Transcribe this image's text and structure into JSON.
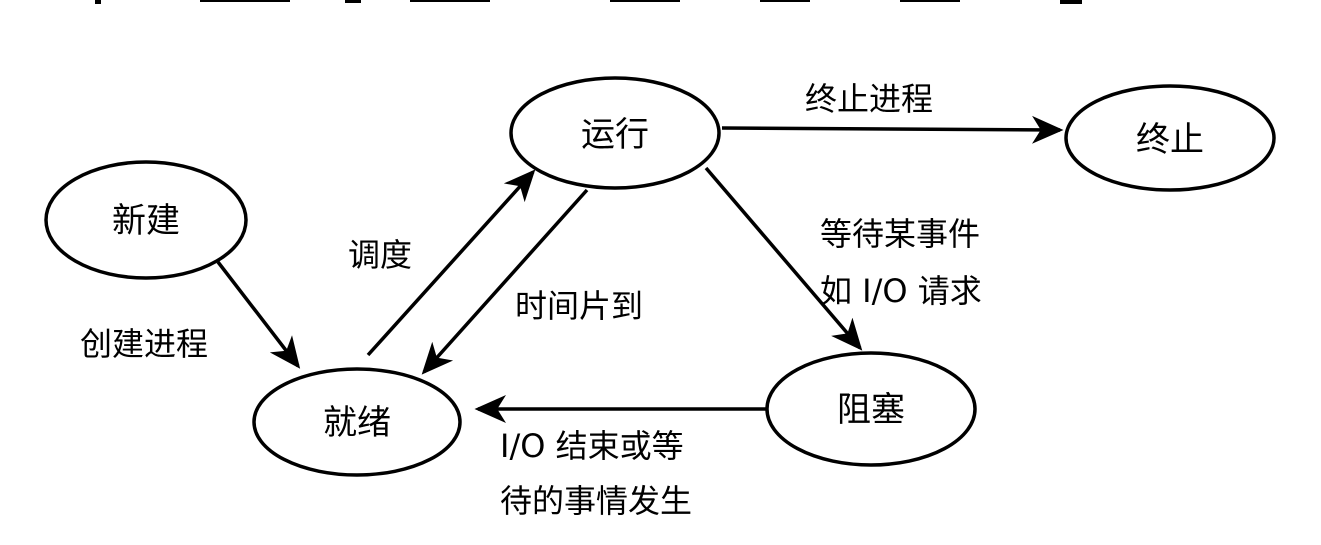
{
  "nodes": {
    "new": "新建",
    "ready": "就绪",
    "running": "运行",
    "blocked": "阻塞",
    "terminated": "终止"
  },
  "edges": {
    "create": "创建进程",
    "schedule": "调度",
    "timeout": "时间片到",
    "terminate": "终止进程",
    "wait_line1": "等待某事件",
    "wait_line2": "如 I/O 请求",
    "io_done_line1": "I/O 结束或等",
    "io_done_line2": "待的事情发生"
  },
  "colors": {
    "stroke": "#000000",
    "background": "#ffffff"
  }
}
